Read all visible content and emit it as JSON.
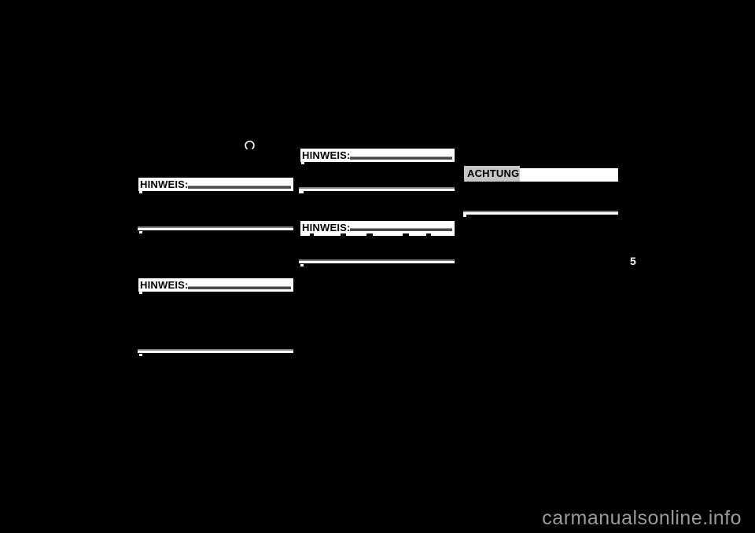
{
  "page": {
    "background_color": "#000000",
    "section_number": "5",
    "watermark": "carmanualsonline.info"
  },
  "colors": {
    "highlight_bar": "#ffffff",
    "achtung_chip": "#c6c6c6",
    "underline": "#4a4a4a",
    "rule_shadow": "#7d7d7d",
    "watermark_text": "#9a9a9a"
  },
  "columns": {
    "col1": {
      "icon": "open-ring-icon",
      "note1_label": "HINWEIS:",
      "note2_label": "HINWEIS:"
    },
    "col2": {
      "note1_label": "HINWEIS:",
      "note2_label": "HINWEIS:"
    },
    "col3": {
      "caution_label": "ACHTUNG:"
    }
  }
}
